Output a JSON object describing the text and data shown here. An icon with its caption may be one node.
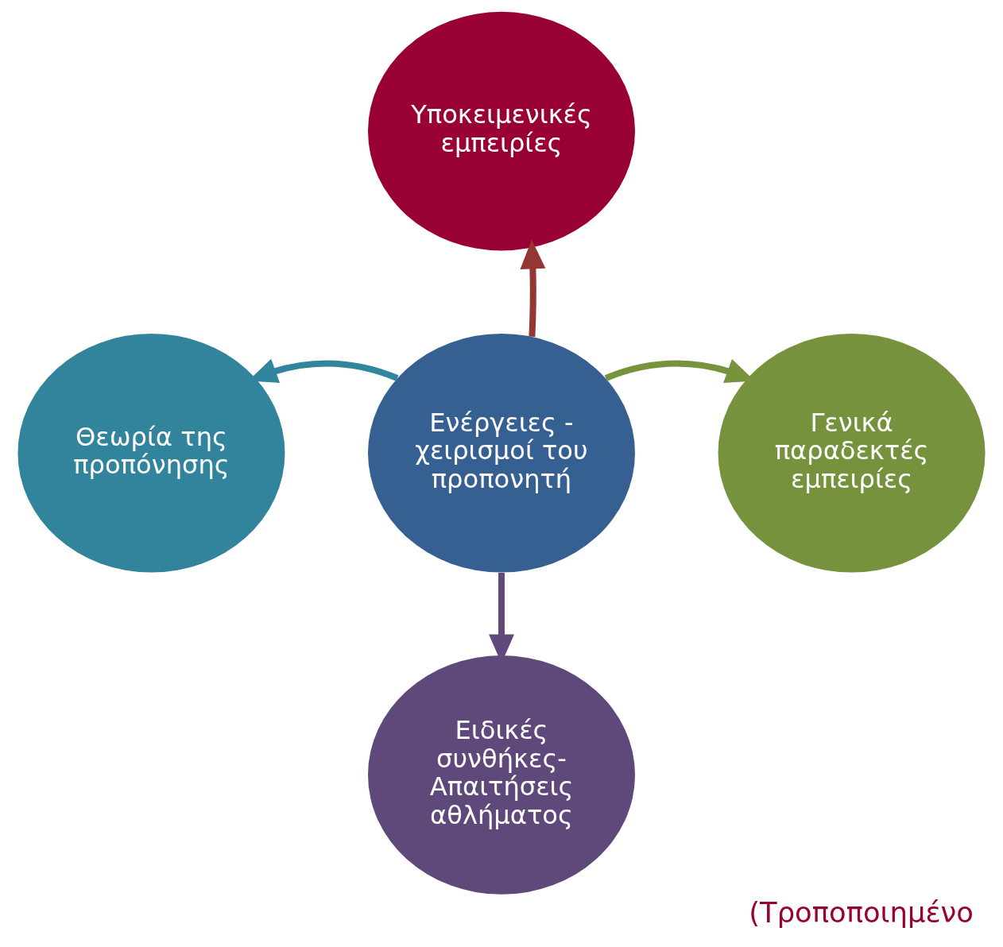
{
  "diagram": {
    "caption": "(Τροποποιημένο",
    "nodes": [
      {
        "text": [
          "Υποκειμενικές εμπειρίες"
        ]
      },
      {
        "text": [
          "Θεωρία της προπόνησης"
        ]
      },
      {
        "text": [
          "Ενέργειες - χειρισμοί του προπονητή"
        ]
      },
      {
        "text": [
          "Γενικά παραδεκτές εμπειρίες"
        ]
      },
      {
        "text": [
          "Ειδικές συνθήκες- Απαιτήσεις αθλήματος"
        ]
      }
    ],
    "edges": [
      {
        "from": 2,
        "to": 0,
        "arrow": "to",
        "color": "#943634"
      },
      {
        "from": 2,
        "to": 1,
        "arrow": "to",
        "color": "#31859c"
      },
      {
        "from": 2,
        "to": 3,
        "arrow": "to",
        "color": "#77933c"
      },
      {
        "from": 2,
        "to": 4,
        "arrow": "to",
        "color": "#604a7b"
      }
    ]
  }
}
